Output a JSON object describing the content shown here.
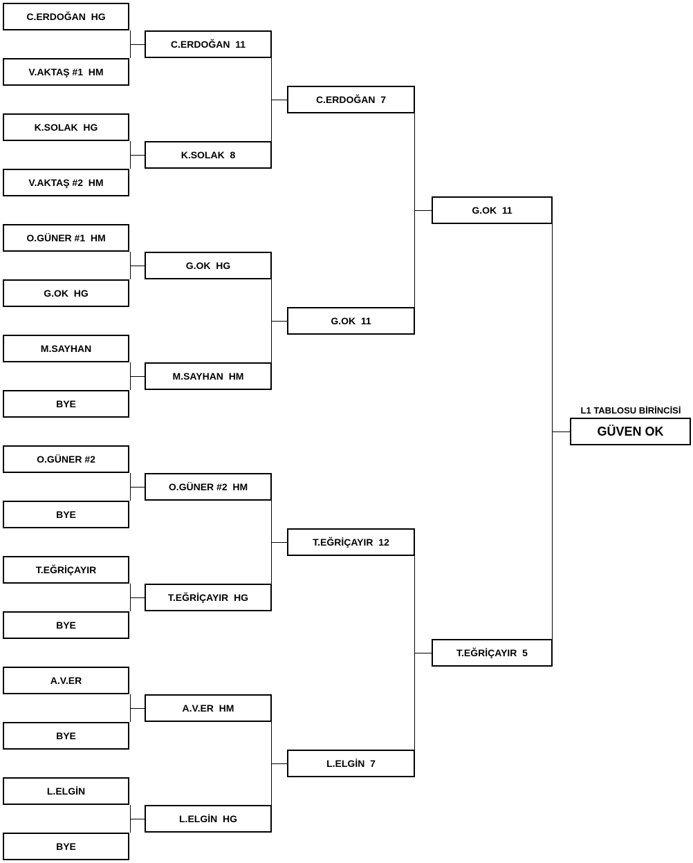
{
  "title": "L1 TABLOSU BİRİNCİSİ",
  "winner": "GÜVEN OK",
  "rounds": [
    [
      "C.ERDOĞAN  HG",
      "V.AKTAŞ #1  HM",
      "K.SOLAK  HG",
      "V.AKTAŞ #2  HM",
      "O.GÜNER #1  HM",
      "G.OK  HG",
      "M.SAYHAN",
      "BYE",
      "O.GÜNER #2",
      "BYE",
      "T.EĞRİÇAYIR",
      "BYE",
      "A.V.ER",
      "BYE",
      "L.ELGİN",
      "BYE"
    ],
    [
      "C.ERDOĞAN  11",
      "K.SOLAK  8",
      "G.OK  HG",
      "M.SAYHAN  HM",
      "O.GÜNER #2  HM",
      "T.EĞRİÇAYIR  HG",
      "A.V.ER  HM",
      "L.ELGİN  HG"
    ],
    [
      "C.ERDOĞAN  7",
      "G.OK  11",
      "T.EĞRİÇAYIR  12",
      "L.ELGİN  7"
    ],
    [
      "G.OK  11",
      "T.EĞRİÇAYIR  5"
    ]
  ]
}
